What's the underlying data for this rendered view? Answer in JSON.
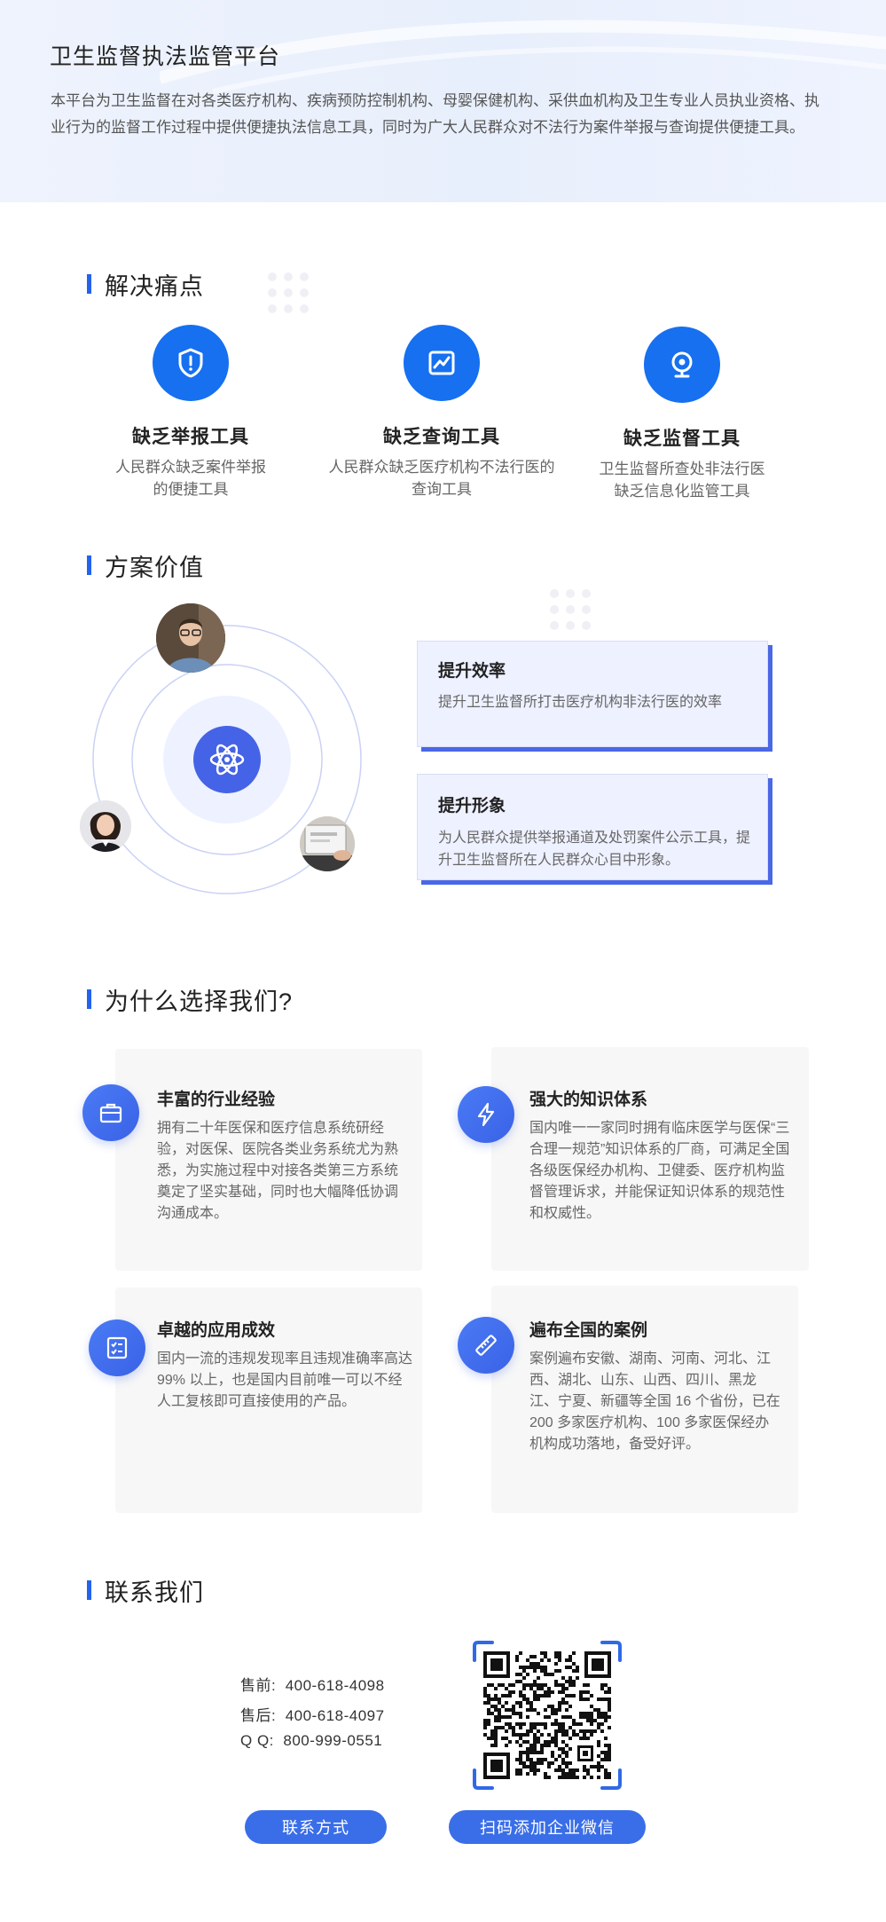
{
  "hero": {
    "title": "卫生监督执法监管平台",
    "description": "本平台为卫生监督在对各类医疗机构、疾病预防控制机构、母婴保健机构、采供血机构及卫生专业人员执业资格、执业行为的监督工作过程中提供便捷执法信息工具，同时为广大人民群众对不法行为案件举报与查询提供便捷工具。"
  },
  "pain_points": {
    "heading": "解决痛点",
    "items": [
      {
        "title": "缺乏举报工具",
        "desc": "人民群众缺乏案件举报的便捷工具",
        "icon": "shield-alert-icon"
      },
      {
        "title": "缺乏查询工具",
        "desc": "人民群众缺乏医疗机构不法行医的查询工具",
        "icon": "chart-line-icon"
      },
      {
        "title": "缺乏监督工具",
        "desc": "卫生监督所查处非法行医缺乏信息化监管工具",
        "icon": "webcam-icon"
      }
    ]
  },
  "value": {
    "heading": "方案价值",
    "center_icon": "atom-icon",
    "cards": [
      {
        "title": "提升效率",
        "desc": "提升卫生监督所打击医疗机构非法行医的效率"
      },
      {
        "title": "提升形象",
        "desc": "为人民群众提供举报通道及处罚案件公示工具，提升卫生监督所在人民群众心目中形象。"
      }
    ]
  },
  "why": {
    "heading": "为什么选择我们?",
    "items": [
      {
        "title": "丰富的行业经验",
        "desc": "拥有二十年医保和医疗信息系统研经验，对医保、医院各类业务系统尤为熟悉，为实施过程中对接各类第三方系统奠定了坚实基础，同时也大幅降低协调沟通成本。",
        "icon": "briefcase-icon"
      },
      {
        "title": "强大的知识体系",
        "desc": "国内唯一一家同时拥有临床医学与医保“三合理一规范”知识体系的厂商，可满足全国各级医保经办机构、卫健委、医疗机构监督管理诉求，并能保证知识体系的规范性和权威性。",
        "icon": "lightning-icon"
      },
      {
        "title": "卓越的应用成效",
        "desc": "国内一流的违规发现率且违规准确率高达 99% 以上，也是国内目前唯一可以不经人工复核即可直接使用的产品。",
        "icon": "checklist-icon"
      },
      {
        "title": "遍布全国的案例",
        "desc": "案例遍布安徽、湖南、河南、河北、江西、湖北、山东、山西、四川、黑龙江、宁夏、新疆等全国 16 个省份，已在 200 多家医疗机构、100 多家医保经办机构成功落地，备受好评。",
        "icon": "ruler-icon"
      }
    ]
  },
  "contact": {
    "heading": "联系我们",
    "presale_label": "售前:",
    "presale_phone": "400-618-4098",
    "aftersale_label": "售后:",
    "aftersale_phone": "400-618-4097",
    "qq_label": "Q Q:",
    "qq_number": "800-999-0551",
    "contact_button": "联系方式",
    "wechat_button": "扫码添加企业微信"
  },
  "colors": {
    "accent": "#2463eb",
    "icon_blue": "#1670f0",
    "card_border": "#4a67e6",
    "button": "#3a6ee8"
  }
}
